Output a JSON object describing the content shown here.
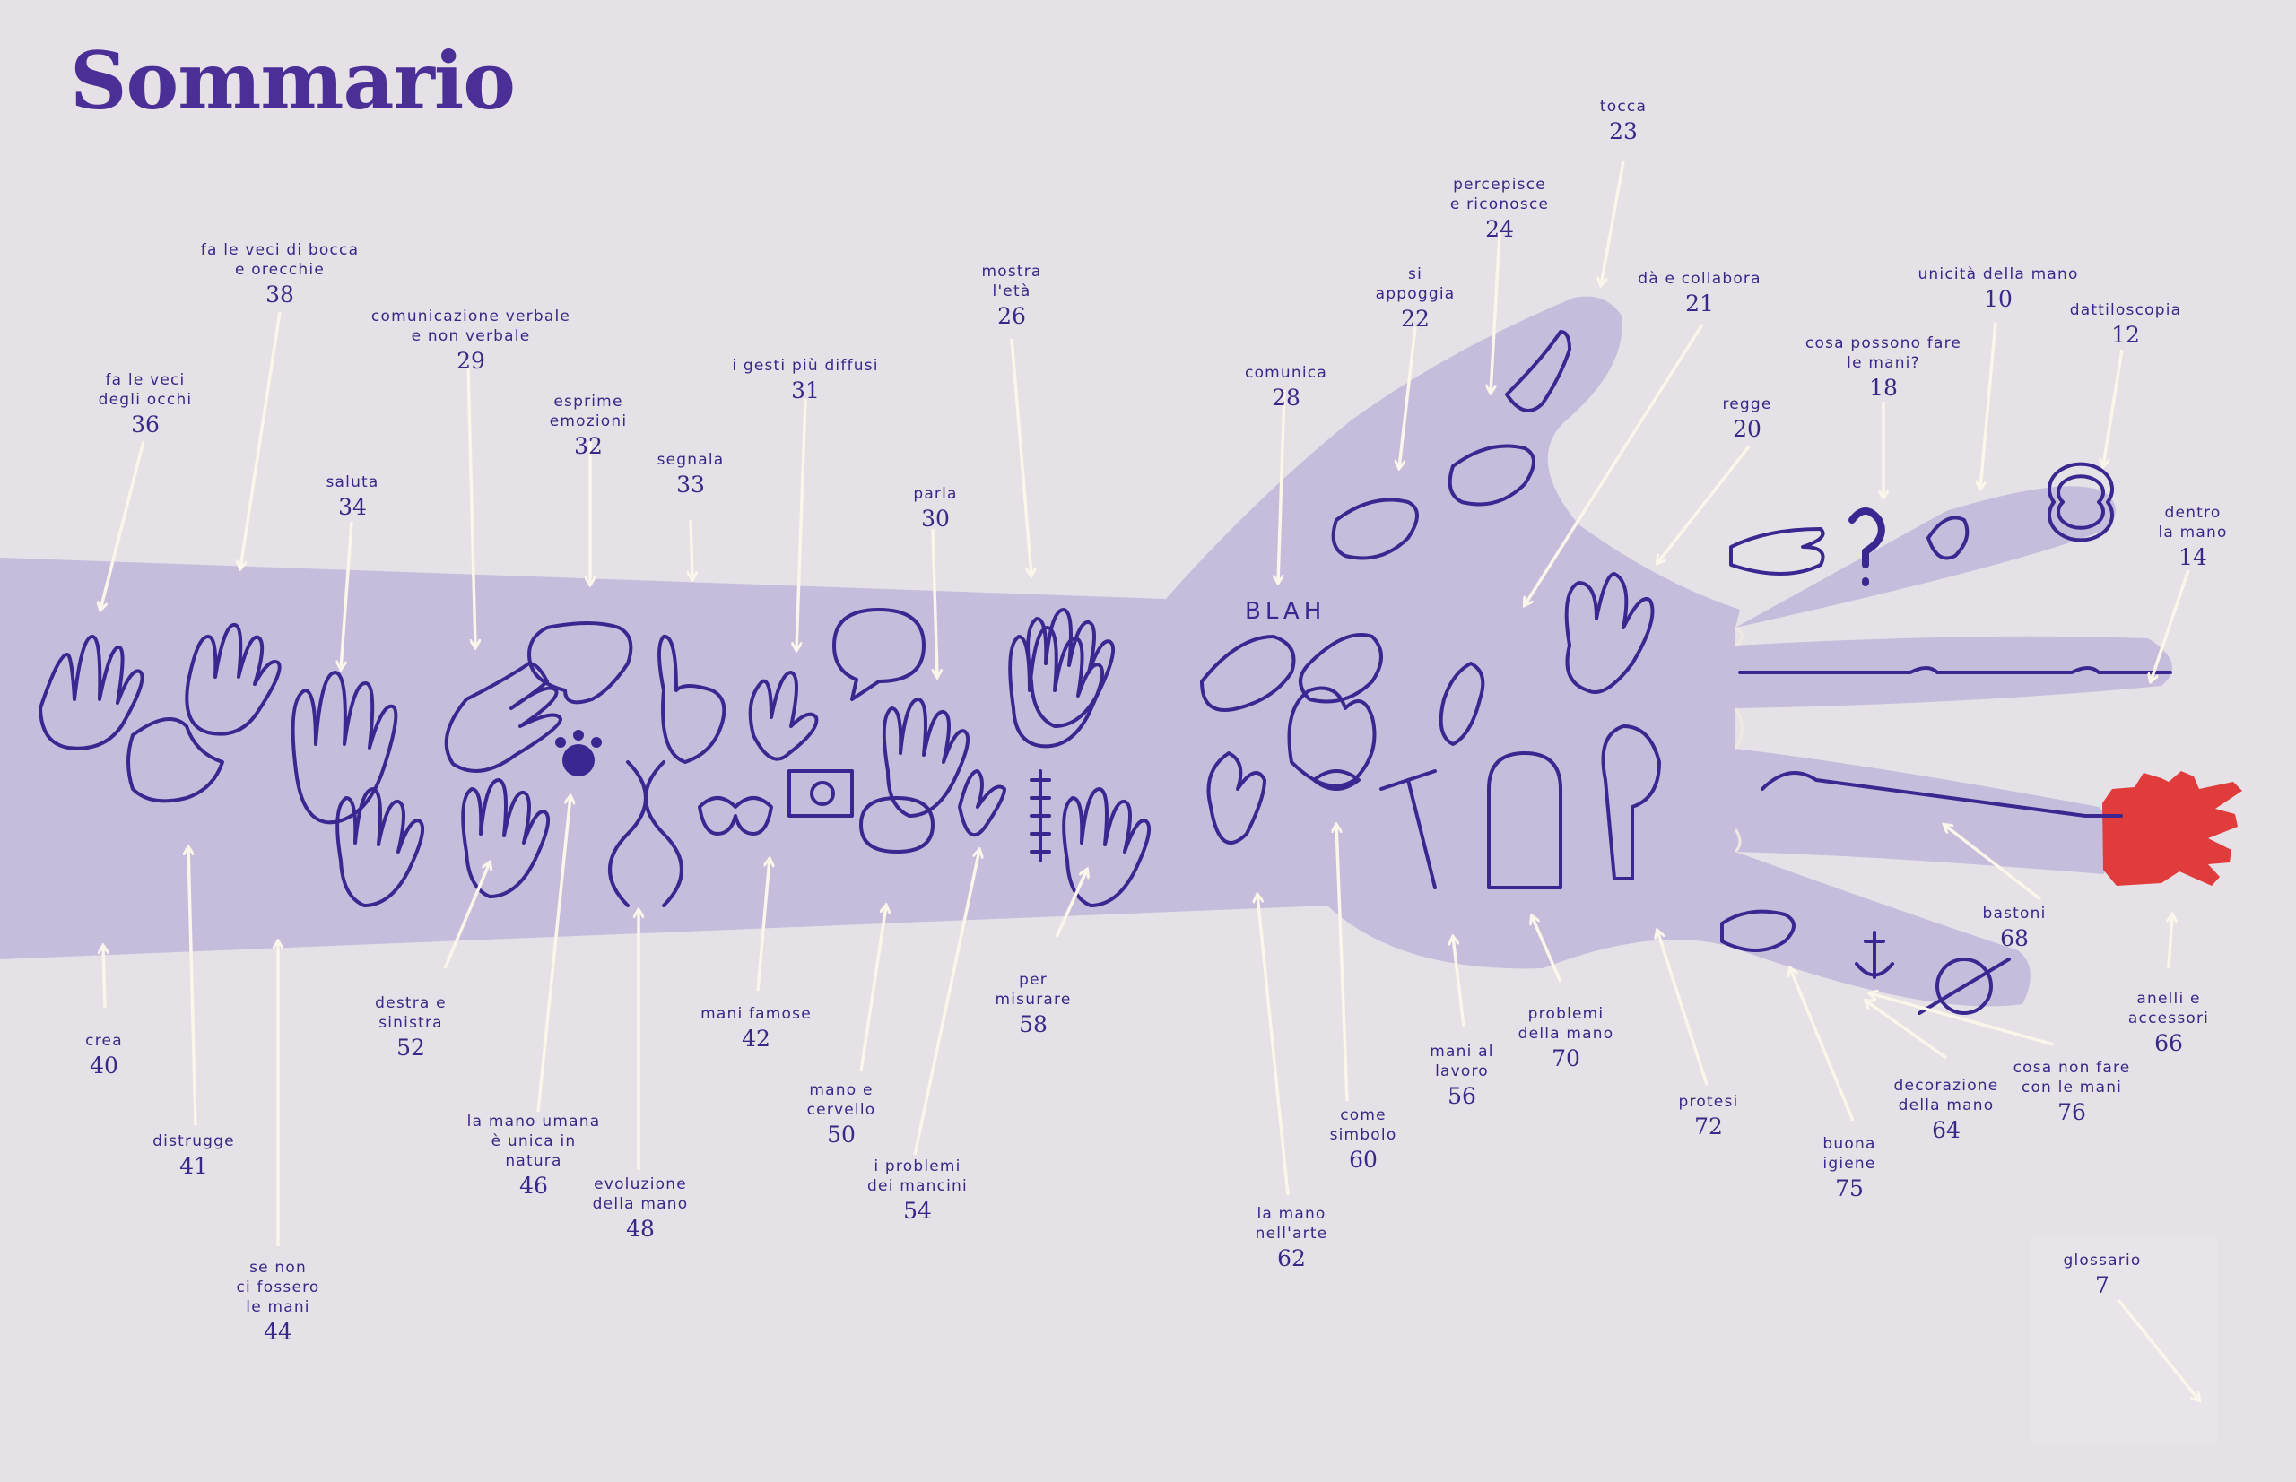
{
  "page": {
    "title": "Sommario"
  },
  "colors": {
    "background": "#e6e1e6",
    "arm": "#c6bcdc",
    "ink": "#3a2890",
    "arrow": "#faf6ea",
    "glove": "#e03c3c"
  },
  "doodle_text": {
    "blah": "BLAH"
  },
  "entries": [
    {
      "id": "tocca",
      "lines": [
        "tocca"
      ],
      "page": "23"
    },
    {
      "id": "percepisce",
      "lines": [
        "percepisce",
        "e riconosce"
      ],
      "page": "24"
    },
    {
      "id": "si-appoggia",
      "lines": [
        "si",
        "appoggia"
      ],
      "page": "22"
    },
    {
      "id": "da-collabora",
      "lines": [
        "dà e collabora"
      ],
      "page": "21"
    },
    {
      "id": "unicita",
      "lines": [
        "unicità della mano"
      ],
      "page": "10"
    },
    {
      "id": "dattiloscopia",
      "lines": [
        "dattiloscopia"
      ],
      "page": "12"
    },
    {
      "id": "cosa-possono",
      "lines": [
        "cosa possono fare",
        "le mani?"
      ],
      "page": "18"
    },
    {
      "id": "regge",
      "lines": [
        "regge"
      ],
      "page": "20"
    },
    {
      "id": "comunica",
      "lines": [
        "comunica"
      ],
      "page": "28"
    },
    {
      "id": "mostra-eta",
      "lines": [
        "mostra",
        "l'età"
      ],
      "page": "26"
    },
    {
      "id": "fa-veci-bocca",
      "lines": [
        "fa le veci di bocca",
        "e orecchie"
      ],
      "page": "38"
    },
    {
      "id": "comunicazione-verbale",
      "lines": [
        "comunicazione verbale",
        "e non verbale"
      ],
      "page": "29"
    },
    {
      "id": "gesti-diffusi",
      "lines": [
        "i gesti più diffusi"
      ],
      "page": "31"
    },
    {
      "id": "fa-veci-occhi",
      "lines": [
        "fa le veci",
        "degli occhi"
      ],
      "page": "36"
    },
    {
      "id": "esprime-emozioni",
      "lines": [
        "esprime",
        "emozioni"
      ],
      "page": "32"
    },
    {
      "id": "segnala",
      "lines": [
        "segnala"
      ],
      "page": "33"
    },
    {
      "id": "saluta",
      "lines": [
        "saluta"
      ],
      "page": "34"
    },
    {
      "id": "parla",
      "lines": [
        "parla"
      ],
      "page": "30"
    },
    {
      "id": "dentro-mano",
      "lines": [
        "dentro",
        "la mano"
      ],
      "page": "14"
    },
    {
      "id": "crea",
      "lines": [
        "crea"
      ],
      "page": "40"
    },
    {
      "id": "destra-sinistra",
      "lines": [
        "destra e",
        "sinistra"
      ],
      "page": "52"
    },
    {
      "id": "mani-famose",
      "lines": [
        "mani famose"
      ],
      "page": "42"
    },
    {
      "id": "per-misurare",
      "lines": [
        "per",
        "misurare"
      ],
      "page": "58"
    },
    {
      "id": "bastoni",
      "lines": [
        "bastoni"
      ],
      "page": "68"
    },
    {
      "id": "anelli",
      "lines": [
        "anelli e",
        "accessori"
      ],
      "page": "66"
    },
    {
      "id": "problemi-mano",
      "lines": [
        "problemi",
        "della mano"
      ],
      "page": "70"
    },
    {
      "id": "mani-lavoro",
      "lines": [
        "mani al",
        "lavoro"
      ],
      "page": "56"
    },
    {
      "id": "cosa-non-fare",
      "lines": [
        "cosa non fare",
        "con le mani"
      ],
      "page": "76"
    },
    {
      "id": "decorazione",
      "lines": [
        "decorazione",
        "della mano"
      ],
      "page": "64"
    },
    {
      "id": "protesi",
      "lines": [
        "protesi"
      ],
      "page": "72"
    },
    {
      "id": "mano-cervello",
      "lines": [
        "mano e",
        "cervello"
      ],
      "page": "50"
    },
    {
      "id": "come-simbolo",
      "lines": [
        "come",
        "simbolo"
      ],
      "page": "60"
    },
    {
      "id": "distrugge",
      "lines": [
        "distrugge"
      ],
      "page": "41"
    },
    {
      "id": "mano-umana-unica",
      "lines": [
        "la mano umana",
        "è unica in",
        "natura"
      ],
      "page": "46"
    },
    {
      "id": "buona-igiene",
      "lines": [
        "buona",
        "igiene"
      ],
      "page": "75"
    },
    {
      "id": "evoluzione",
      "lines": [
        "evoluzione",
        "della mano"
      ],
      "page": "48"
    },
    {
      "id": "mancini",
      "lines": [
        "i problemi",
        "dei mancini"
      ],
      "page": "54"
    },
    {
      "id": "mano-arte",
      "lines": [
        "la mano",
        "nell'arte"
      ],
      "page": "62"
    },
    {
      "id": "glossario",
      "lines": [
        "glossario"
      ],
      "page": "7"
    },
    {
      "id": "se-non-fossero",
      "lines": [
        "se non",
        "ci fossero",
        "le mani"
      ],
      "page": "44"
    }
  ]
}
